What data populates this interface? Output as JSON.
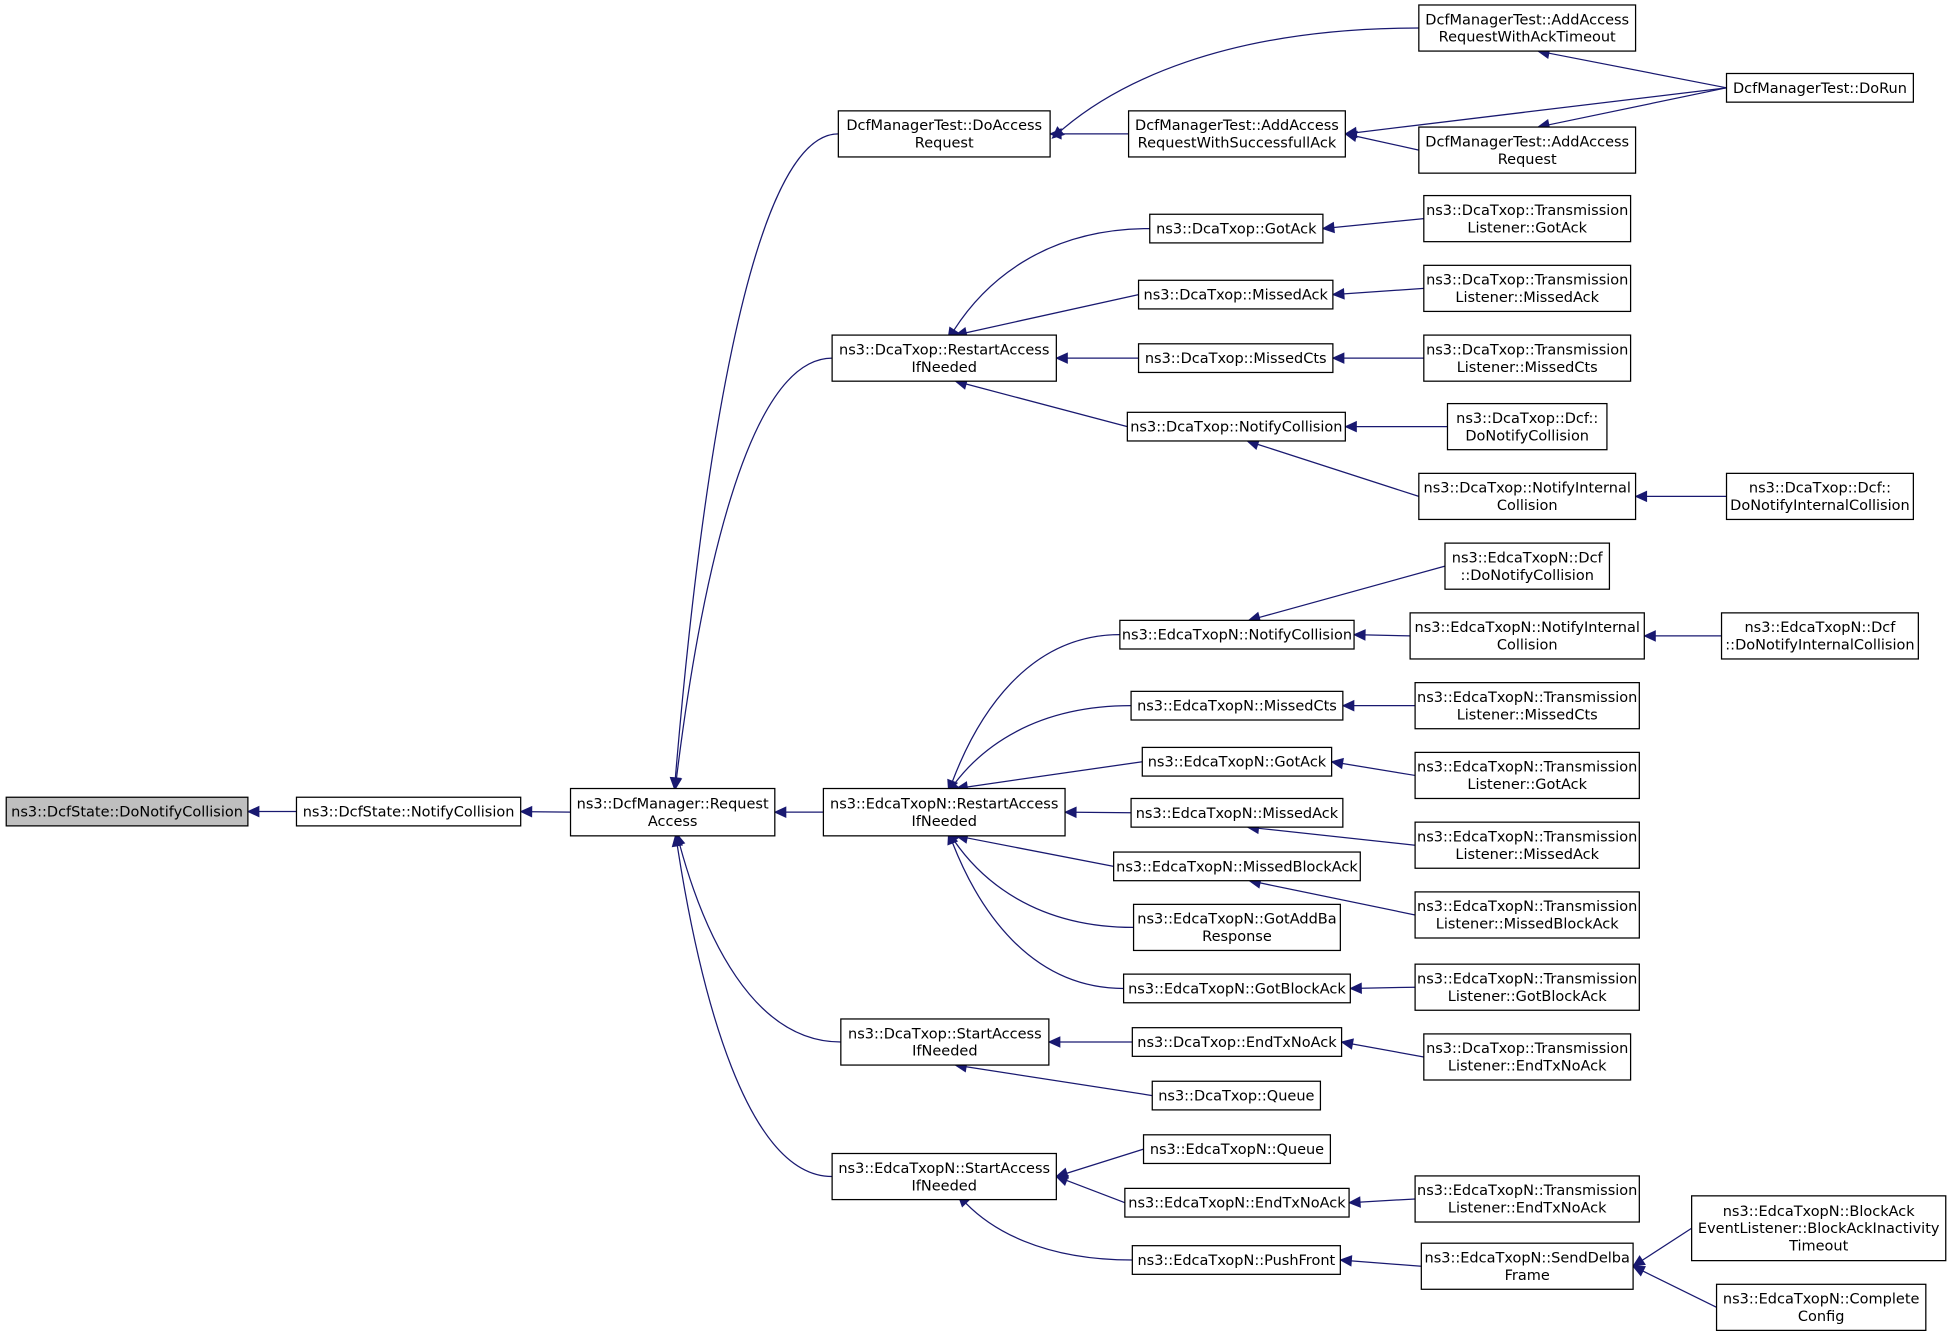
{
  "colors": {
    "edge": "#191970",
    "node_border": "#000000",
    "root_fill": "#bfbfbf",
    "node_fill": "#ffffff"
  },
  "nodes": [
    {
      "id": "root",
      "lines": [
        "ns3::DcfState::DoNotifyCollision"
      ]
    },
    {
      "id": "n_dsnc",
      "lines": [
        "ns3::DcfState::NotifyCollision"
      ]
    },
    {
      "id": "n_dmra",
      "lines": [
        "ns3::DcfManager::Request",
        "Access"
      ]
    },
    {
      "id": "n_dmtda",
      "lines": [
        "DcfManagerTest::DoAccess",
        "Request"
      ]
    },
    {
      "id": "n_dtra",
      "lines": [
        "ns3::DcaTxop::RestartAccess",
        "IfNeeded"
      ]
    },
    {
      "id": "n_etra",
      "lines": [
        "ns3::EdcaTxopN::RestartAccess",
        "IfNeeded"
      ]
    },
    {
      "id": "n_dtsa",
      "lines": [
        "ns3::DcaTxop::StartAccess",
        "IfNeeded"
      ]
    },
    {
      "id": "n_etsa",
      "lines": [
        "ns3::EdcaTxopN::StartAccess",
        "IfNeeded"
      ]
    },
    {
      "id": "n_aato",
      "lines": [
        "DcfManagerTest::AddAccess",
        "RequestWithAckTimeout"
      ]
    },
    {
      "id": "n_asa",
      "lines": [
        "DcfManagerTest::AddAccess",
        "RequestWithSuccessfullAck"
      ]
    },
    {
      "id": "n_aar",
      "lines": [
        "DcfManagerTest::AddAccess",
        "Request"
      ]
    },
    {
      "id": "n_run",
      "lines": [
        "DcfManagerTest::DoRun"
      ]
    },
    {
      "id": "n_dga",
      "lines": [
        "ns3::DcaTxop::GotAck"
      ]
    },
    {
      "id": "n_dma",
      "lines": [
        "ns3::DcaTxop::MissedAck"
      ]
    },
    {
      "id": "n_dmc",
      "lines": [
        "ns3::DcaTxop::MissedCts"
      ]
    },
    {
      "id": "n_dnc",
      "lines": [
        "ns3::DcaTxop::NotifyCollision"
      ]
    },
    {
      "id": "n_dtlga",
      "lines": [
        "ns3::DcaTxop::Transmission",
        "Listener::GotAck"
      ]
    },
    {
      "id": "n_dtlma",
      "lines": [
        "ns3::DcaTxop::Transmission",
        "Listener::MissedAck"
      ]
    },
    {
      "id": "n_dtlmc",
      "lines": [
        "ns3::DcaTxop::Transmission",
        "Listener::MissedCts"
      ]
    },
    {
      "id": "n_ddnc",
      "lines": [
        "ns3::DcaTxop::Dcf::",
        "DoNotifyCollision"
      ]
    },
    {
      "id": "n_dnic",
      "lines": [
        "ns3::DcaTxop::NotifyInternal",
        "Collision"
      ]
    },
    {
      "id": "n_ddnic",
      "lines": [
        "ns3::DcaTxop::Dcf::",
        "DoNotifyInternalCollision"
      ]
    },
    {
      "id": "n_ednc",
      "lines": [
        "ns3::EdcaTxopN::Dcf",
        "::DoNotifyCollision"
      ]
    },
    {
      "id": "n_enc",
      "lines": [
        "ns3::EdcaTxopN::NotifyCollision"
      ]
    },
    {
      "id": "n_enic",
      "lines": [
        "ns3::EdcaTxopN::NotifyInternal",
        "Collision"
      ]
    },
    {
      "id": "n_ednic",
      "lines": [
        "ns3::EdcaTxopN::Dcf",
        "::DoNotifyInternalCollision"
      ]
    },
    {
      "id": "n_emc",
      "lines": [
        "ns3::EdcaTxopN::MissedCts"
      ]
    },
    {
      "id": "n_etlmc",
      "lines": [
        "ns3::EdcaTxopN::Transmission",
        "Listener::MissedCts"
      ]
    },
    {
      "id": "n_ega",
      "lines": [
        "ns3::EdcaTxopN::GotAck"
      ]
    },
    {
      "id": "n_etlga",
      "lines": [
        "ns3::EdcaTxopN::Transmission",
        "Listener::GotAck"
      ]
    },
    {
      "id": "n_ema",
      "lines": [
        "ns3::EdcaTxopN::MissedAck"
      ]
    },
    {
      "id": "n_etlma",
      "lines": [
        "ns3::EdcaTxopN::Transmission",
        "Listener::MissedAck"
      ]
    },
    {
      "id": "n_embl",
      "lines": [
        "ns3::EdcaTxopN::MissedBlockAck"
      ]
    },
    {
      "id": "n_etlmba",
      "lines": [
        "ns3::EdcaTxopN::Transmission",
        "Listener::MissedBlockAck"
      ]
    },
    {
      "id": "n_egab",
      "lines": [
        "ns3::EdcaTxopN::GotAddBa",
        "Response"
      ]
    },
    {
      "id": "n_egba",
      "lines": [
        "ns3::EdcaTxopN::GotBlockAck"
      ]
    },
    {
      "id": "n_etlgba",
      "lines": [
        "ns3::EdcaTxopN::Transmission",
        "Listener::GotBlockAck"
      ]
    },
    {
      "id": "n_dten",
      "lines": [
        "ns3::DcaTxop::EndTxNoAck"
      ]
    },
    {
      "id": "n_dtlen",
      "lines": [
        "ns3::DcaTxop::Transmission",
        "Listener::EndTxNoAck"
      ]
    },
    {
      "id": "n_dq",
      "lines": [
        "ns3::DcaTxop::Queue"
      ]
    },
    {
      "id": "n_eq",
      "lines": [
        "ns3::EdcaTxopN::Queue"
      ]
    },
    {
      "id": "n_een",
      "lines": [
        "ns3::EdcaTxopN::EndTxNoAck"
      ]
    },
    {
      "id": "n_etlen",
      "lines": [
        "ns3::EdcaTxopN::Transmission",
        "Listener::EndTxNoAck"
      ]
    },
    {
      "id": "n_epf",
      "lines": [
        "ns3::EdcaTxopN::PushFront"
      ]
    },
    {
      "id": "n_esdf",
      "lines": [
        "ns3::EdcaTxopN::SendDelba",
        "Frame"
      ]
    },
    {
      "id": "n_ebael",
      "lines": [
        "ns3::EdcaTxopN::BlockAck",
        "EventListener::BlockAckInactivity",
        "Timeout"
      ]
    },
    {
      "id": "n_ecc",
      "lines": [
        "ns3::EdcaTxopN::Complete",
        "Config"
      ]
    }
  ],
  "edges": [
    {
      "from": "n_dsnc",
      "to": "root"
    },
    {
      "from": "n_dmra",
      "to": "n_dsnc"
    },
    {
      "from": "n_dmtda",
      "to": "n_dmra"
    },
    {
      "from": "n_dtra",
      "to": "n_dmra"
    },
    {
      "from": "n_etra",
      "to": "n_dmra"
    },
    {
      "from": "n_dtsa",
      "to": "n_dmra"
    },
    {
      "from": "n_etsa",
      "to": "n_dmra"
    },
    {
      "from": "n_aato",
      "to": "n_dmtda"
    },
    {
      "from": "n_asa",
      "to": "n_dmtda"
    },
    {
      "from": "n_run",
      "to": "n_aato"
    },
    {
      "from": "n_run",
      "to": "n_asa"
    },
    {
      "from": "n_aar",
      "to": "n_asa"
    },
    {
      "from": "n_run",
      "to": "n_aar"
    },
    {
      "from": "n_dga",
      "to": "n_dtra"
    },
    {
      "from": "n_dma",
      "to": "n_dtra"
    },
    {
      "from": "n_dmc",
      "to": "n_dtra"
    },
    {
      "from": "n_dnc",
      "to": "n_dtra"
    },
    {
      "from": "n_dtlga",
      "to": "n_dga"
    },
    {
      "from": "n_dtlma",
      "to": "n_dma"
    },
    {
      "from": "n_dtlmc",
      "to": "n_dmc"
    },
    {
      "from": "n_ddnc",
      "to": "n_dnc"
    },
    {
      "from": "n_dnic",
      "to": "n_dnc"
    },
    {
      "from": "n_ddnic",
      "to": "n_dnic"
    },
    {
      "from": "n_enc",
      "to": "n_etra"
    },
    {
      "from": "n_emc",
      "to": "n_etra"
    },
    {
      "from": "n_ega",
      "to": "n_etra"
    },
    {
      "from": "n_ema",
      "to": "n_etra"
    },
    {
      "from": "n_embl",
      "to": "n_etra"
    },
    {
      "from": "n_egab",
      "to": "n_etra"
    },
    {
      "from": "n_egba",
      "to": "n_etra"
    },
    {
      "from": "n_ednc",
      "to": "n_enc"
    },
    {
      "from": "n_enic",
      "to": "n_enc"
    },
    {
      "from": "n_ednic",
      "to": "n_enic"
    },
    {
      "from": "n_etlmc",
      "to": "n_emc"
    },
    {
      "from": "n_etlga",
      "to": "n_ega"
    },
    {
      "from": "n_etlma",
      "to": "n_ema"
    },
    {
      "from": "n_etlmba",
      "to": "n_embl"
    },
    {
      "from": "n_etlgba",
      "to": "n_egba"
    },
    {
      "from": "n_dten",
      "to": "n_dtsa"
    },
    {
      "from": "n_dq",
      "to": "n_dtsa"
    },
    {
      "from": "n_dtlen",
      "to": "n_dten"
    },
    {
      "from": "n_eq",
      "to": "n_etsa"
    },
    {
      "from": "n_een",
      "to": "n_etsa"
    },
    {
      "from": "n_epf",
      "to": "n_etsa"
    },
    {
      "from": "n_etlen",
      "to": "n_een"
    },
    {
      "from": "n_esdf",
      "to": "n_epf"
    },
    {
      "from": "n_ebael",
      "to": "n_esdf"
    },
    {
      "from": "n_ecc",
      "to": "n_esdf"
    }
  ]
}
